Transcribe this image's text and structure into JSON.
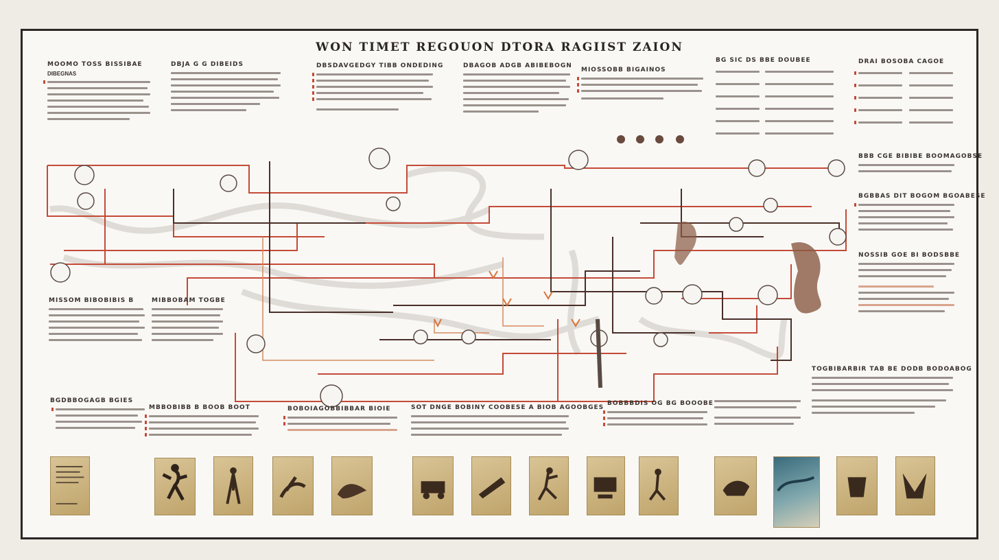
{
  "poster": {
    "title": "WON TIMET REGOUON DTORA RAGIIST ZAION"
  },
  "sections": {
    "top_left_heading": "MOOMO TOSS BISSIBAE",
    "top_left_sub": "DIBEGNAS",
    "top2_heading": "DBJA G G DIBEIDS",
    "top3_heading": "DBSDAVGEDGY TIBB ONDEDING",
    "top4_heading": "DBAGOB ADGB ABIBEBOGN",
    "top5_heading": "MIOSSOBB BIGAINOS",
    "top6_heading": "BG SIC DS BBE DOUBEE",
    "top7_heading": "DRAI BOSOBA CAGOE",
    "right1_heading": "BBB CGE BIBIBE BOOMAGOBSE",
    "right2_heading": "BGBBAS DIT BOGOM BGOABESE",
    "right3_heading": "NOSSIB GOE BI BODSBBE",
    "mid_left_heading": "MISSOM BIBOBIBIS B",
    "mid2_heading": "MIBBOBAM TOGBE",
    "bottom_left_heading": "BGDBBOGAGB BGIES",
    "bottom2_heading": "MBBOBIBB B BOOB BOOT",
    "bottom3_heading": "BOBOIAGOBBIBBAR BIOIE",
    "bottom4_heading": "SOT DNGE BOBINY COOBESE A BIOB AGOOBGES",
    "bottom5_heading": "BOBBBDIS OG BG BOOOBE",
    "bottom_right_heading": "TOGBIBARBIR TAB BE DODB BODOABOG"
  },
  "thumbnails": [
    {
      "name": "document"
    },
    {
      "name": "dancer"
    },
    {
      "name": "figures"
    },
    {
      "name": "skater"
    },
    {
      "name": "dragon"
    },
    {
      "name": "machine"
    },
    {
      "name": "cannon"
    },
    {
      "name": "runner"
    },
    {
      "name": "device"
    },
    {
      "name": "figure"
    },
    {
      "name": "sculpture"
    },
    {
      "name": "wave"
    },
    {
      "name": "armor"
    },
    {
      "name": "mask"
    }
  ],
  "colors": {
    "accent": "#c44a36",
    "line_dark": "#4a2e28",
    "line_orange": "#d58a5e",
    "frame": "#2a2624"
  }
}
